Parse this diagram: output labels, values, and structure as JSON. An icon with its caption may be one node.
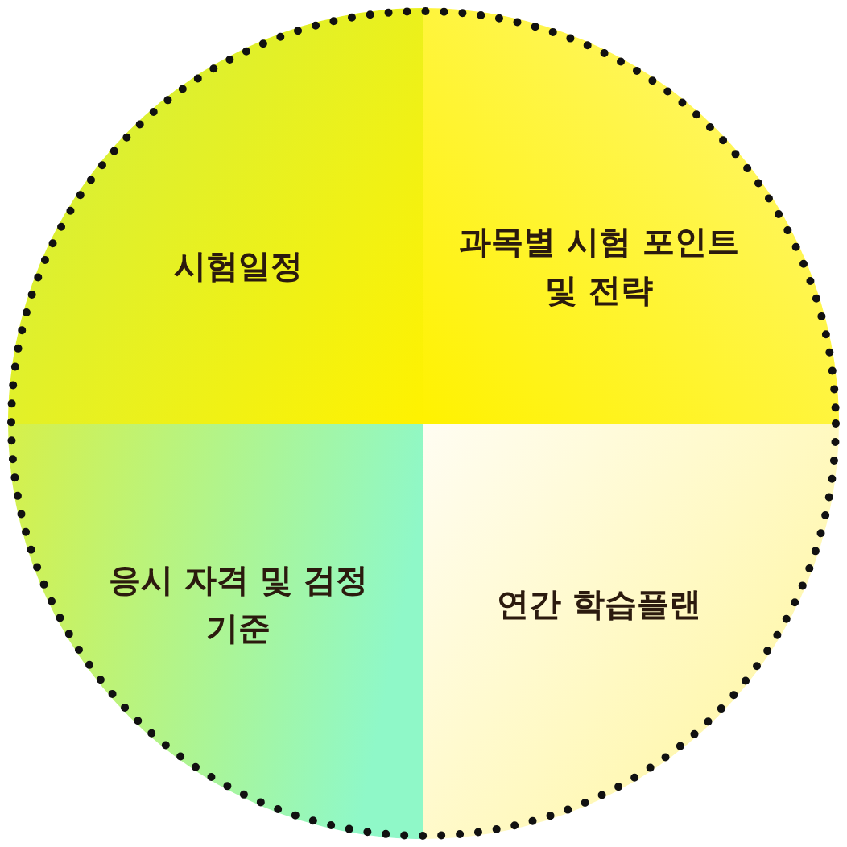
{
  "diagram": {
    "nodes": [
      {
        "text": [],
        "shape": "circle"
      },
      {
        "text": [
          "시험일정"
        ],
        "in": 0
      },
      {
        "text": [
          "과목별 시험 포인트 및 전략"
        ],
        "in": 0
      },
      {
        "text": [
          "응시 자격 및 검정기준"
        ],
        "in": 0
      },
      {
        "text": [
          "연간 학습플랜"
        ],
        "in": 0
      }
    ],
    "edges": []
  }
}
